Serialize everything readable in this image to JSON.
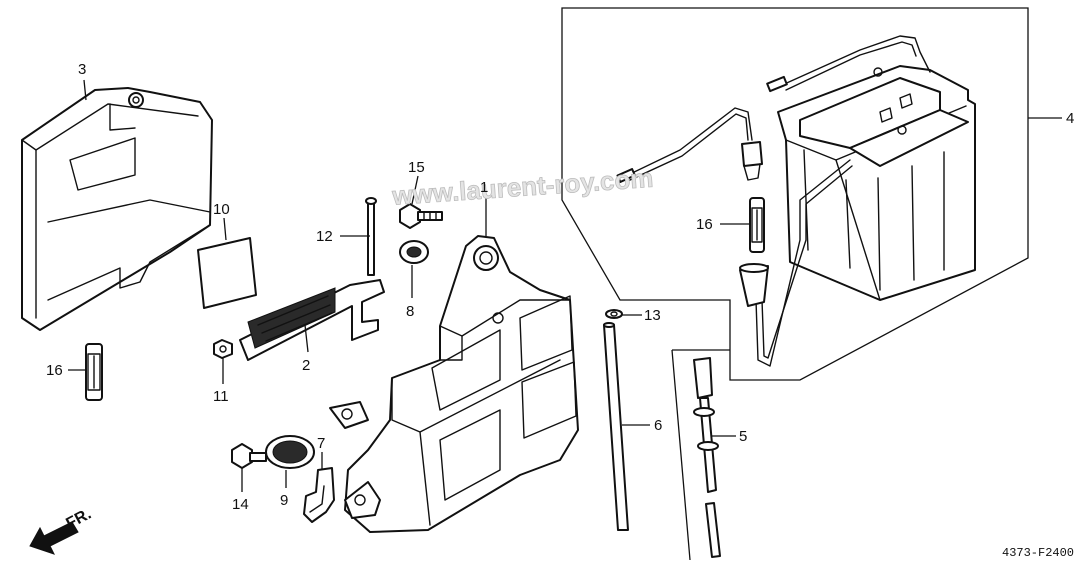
{
  "diagram": {
    "watermark": "www.laurent-roy.com",
    "drawing_code": "4373-F2400",
    "front_label": "FR.",
    "callouts": {
      "c1": "1",
      "c2": "2",
      "c3": "3",
      "c4": "4",
      "c5": "5",
      "c6": "6",
      "c7": "7",
      "c8": "8",
      "c9": "9",
      "c10": "10",
      "c11": "11",
      "c12": "12",
      "c13": "13",
      "c14": "14",
      "c15": "15",
      "c16_left": "16",
      "c16_right": "16"
    },
    "icons": {
      "front_arrow": "arrow-down-left-icon"
    }
  }
}
